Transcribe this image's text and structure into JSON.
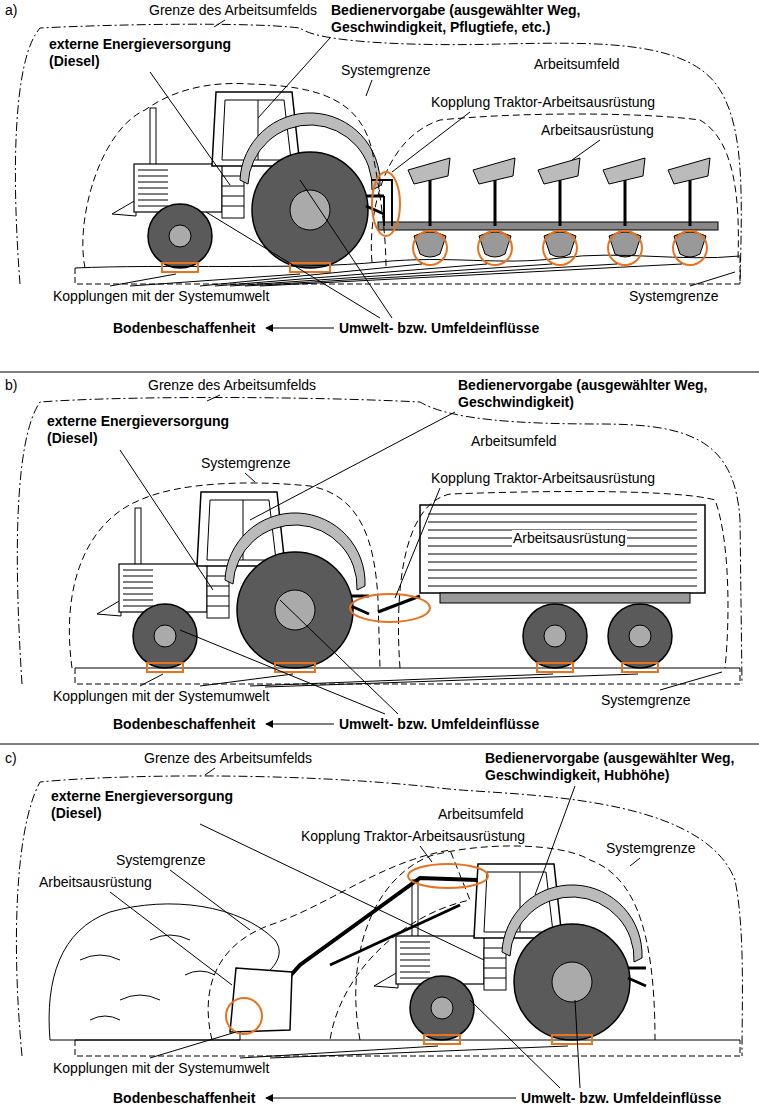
{
  "diagram": {
    "labels": [
      "a)",
      "Grenze des Arbeitsumfelds",
      "Bedienervorgabe (ausgewählter Weg, Geschwindigkeit, Pflugtiefe, etc.)",
      "externe Energieversorgung (Diesel)",
      "Systemgrenze",
      "Arbeitsumfeld",
      "Kopplung Traktor-Arbeitsausrüstung",
      "Arbeitsausrüstung",
      "Systemgrenze",
      "Kopplungen mit der Systemumwelt",
      "Bodenbeschaffenheit",
      "Umwelt- bzw. Umfeldeinflüsse",
      "b)",
      "Grenze des Arbeitsumfelds",
      "Bedienervorgabe (ausgewählter Weg, Geschwindigkeit)",
      "externe Energieversorgung (Diesel)",
      "Arbeitsumfeld",
      "Systemgrenze",
      "Kopplung Traktor-Arbeitsausrüstung",
      "Arbeitsausrüstung",
      "Kopplungen mit der Systemumwelt",
      "Systemgrenze",
      "Bodenbeschaffenheit",
      "Umwelt- bzw. Umfeldeinflüsse",
      "c)",
      "Grenze des Arbeitsumfelds",
      "Bedienervorgabe (ausgewählter Weg, Geschwindigkeit, Hubhöhe)",
      "externe Energieversorgung (Diesel)",
      "Arbeitsumfeld",
      "Kopplung Traktor-Arbeitsausrüstung",
      "Systemgrenze",
      "Systemgrenze",
      "Arbeitsausrüstung",
      "Kopplungen mit der Systemumwelt",
      "Bodenbeschaffenheit",
      "Umwelt- bzw. Umfeldeinflüsse"
    ]
  }
}
